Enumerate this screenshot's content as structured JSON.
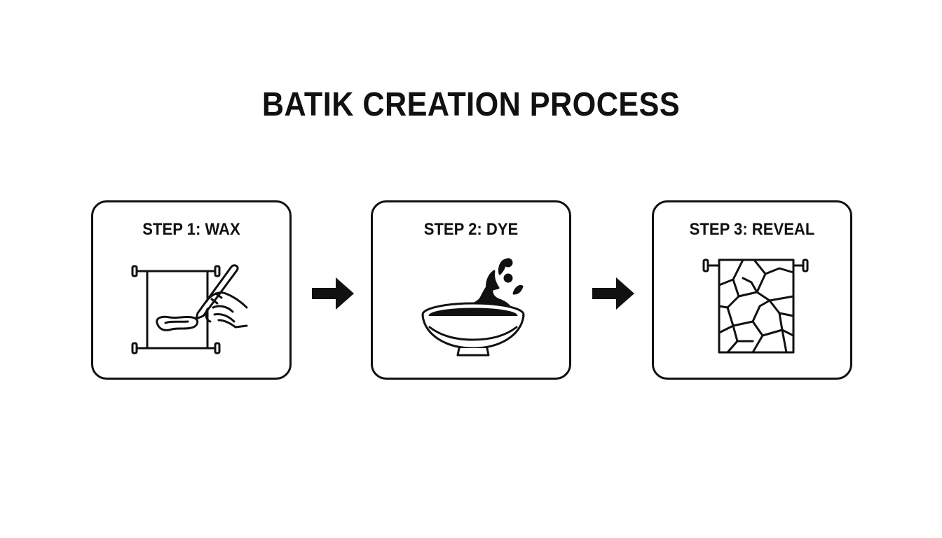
{
  "title": "BATIK CREATION PROCESS",
  "steps": [
    {
      "label": "STEP 1: WAX",
      "icon": "tjanting-wax-frame-icon"
    },
    {
      "label": "STEP 2: DYE",
      "icon": "dye-bowl-splash-icon"
    },
    {
      "label": "STEP 3: REVEAL",
      "icon": "crackled-batik-cloth-icon"
    }
  ],
  "colors": {
    "ink": "#111111",
    "background": "#ffffff"
  }
}
